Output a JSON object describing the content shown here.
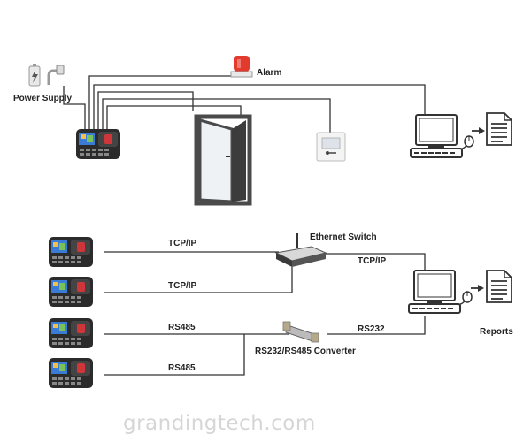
{
  "labels": {
    "power_supply": "Power Supply",
    "alarm": "Alarm",
    "ethernet_switch": "Ethernet Switch",
    "tcpip_1": "TCP/IP",
    "tcpip_2": "TCP/IP",
    "tcpip_switch_pc": "TCP/IP",
    "rs485_1": "RS485",
    "rs485_2": "RS485",
    "rs232": "RS232",
    "converter": "RS232/RS485 Converter",
    "reports": "Reports"
  },
  "watermark": "grandingtech.com",
  "colors": {
    "wire": "#333333",
    "device_body": "#2b2b2b",
    "device_screen": "#3a7bd5",
    "alarm_red": "#e23b2e",
    "door_frame": "#4a4a4a"
  },
  "icons": [
    "battery-icon",
    "plug-icon",
    "alarm-siren-icon",
    "door-icon",
    "exit-button-icon",
    "computer-icon",
    "mouse-icon",
    "report-document-icon",
    "router-icon",
    "converter-icon",
    "fingerprint-terminal-icon"
  ]
}
